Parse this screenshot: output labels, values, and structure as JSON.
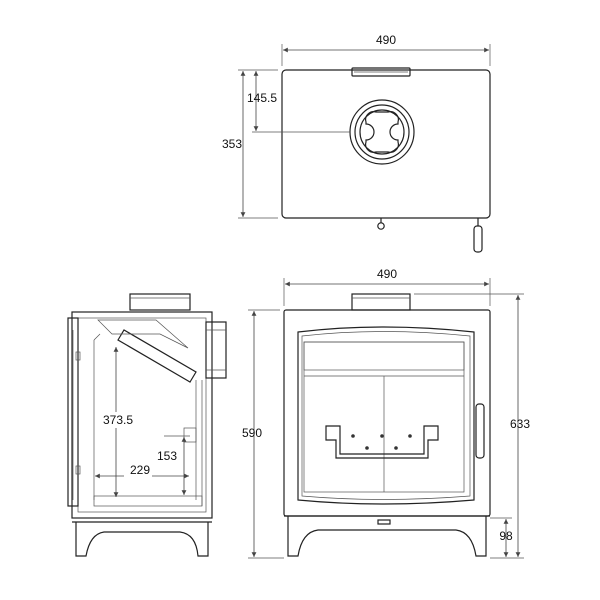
{
  "colors": {
    "line": "#222222",
    "dimension": "#444444",
    "background": "#ffffff"
  },
  "top_view": {
    "width_label": "490",
    "depth_label": "353",
    "flue_offset_label": "145.5"
  },
  "front_view": {
    "width_label": "490",
    "height_label": "633",
    "body_height_label": "590",
    "leg_height_label": "98"
  },
  "side_view": {
    "firebox_height_label": "373.5",
    "firebox_depth_label": "229",
    "offset_label": "153"
  }
}
